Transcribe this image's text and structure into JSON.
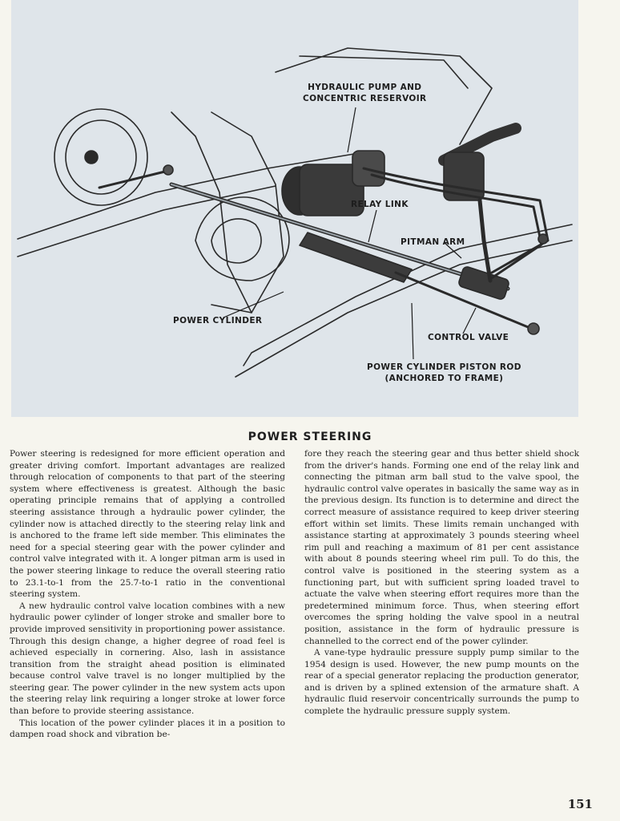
{
  "figure": {
    "labels": {
      "pump": [
        "HYDRAULIC PUMP AND",
        "CONCENTRIC RESERVOIR"
      ],
      "relay_link": "RELAY LINK",
      "pitman_arm": "PITMAN ARM",
      "power_cylinder": "POWER CYLINDER",
      "control_valve": "CONTROL VALVE",
      "piston_rod": [
        "POWER CYLINDER PISTON ROD",
        "(ANCHORED TO FRAME)"
      ]
    }
  },
  "article": {
    "title": "POWER STEERING",
    "left_column": [
      "Power steering is redesigned for more efficient operation and greater driving comfort. Important advantages are realized through relocation of components to that part of the steering system where effectiveness is greatest. Although the basic operating principle remains that of applying a controlled steering assistance through a hydraulic power cylinder, the cylinder now is attached directly to the steering relay link and is anchored to the frame left side member. This eliminates the need for a special steering gear with the power cylinder and control valve integrated with it. A longer pitman arm is used in the power steering linkage to reduce the overall steering ratio to 23.1-to-1 from the 25.7-to-1 ratio in the conventional steering system.",
      "A new hydraulic control valve location combines with a new hydraulic power cylinder of longer stroke and smaller bore to provide improved sensitivity in proportioning power assistance. Through this design change, a higher degree of road feel is achieved especially in cornering. Also, lash in assistance transition from the straight ahead position is eliminated because control valve travel is no longer multiplied by the steering gear. The power cylinder in the new system acts upon the steering relay link requiring a longer stroke at lower force than before to provide steering assistance.",
      "This location of the power cylinder places it in a position to dampen road shock and vibration be-"
    ],
    "right_column": [
      "fore they reach the steering gear and thus better shield shock from the driver's hands. Forming one end of the relay link and connecting the pitman arm ball stud to the valve spool, the hydraulic control valve operates in basically the same way as in the previous design. Its function is to determine and direct the correct measure of assistance required to keep driver steering effort within set limits. These limits remain unchanged with assistance starting at approximately 3 pounds steering wheel rim pull and reaching a maximum of 81 per cent assistance with about 8 pounds steering wheel rim pull. To do this, the control valve is positioned in the steering system as a functioning part, but with sufficient spring loaded travel to actuate the valve when steering effort requires more than the predetermined minimum force. Thus, when steering effort overcomes the spring holding the valve spool in a neutral position, assistance in the form of hydraulic pressure is channelled to the correct end of the power cylinder.",
      "A vane-type hydraulic pressure supply pump similar to the 1954 design is used. However, the new pump mounts on the rear of a special generator replacing the production generator, and is driven by a splined extension of the armature shaft. A hydraulic fluid reservoir concentrically surrounds the pump to complete the hydraulic pressure supply system."
    ]
  },
  "page_number": "151"
}
